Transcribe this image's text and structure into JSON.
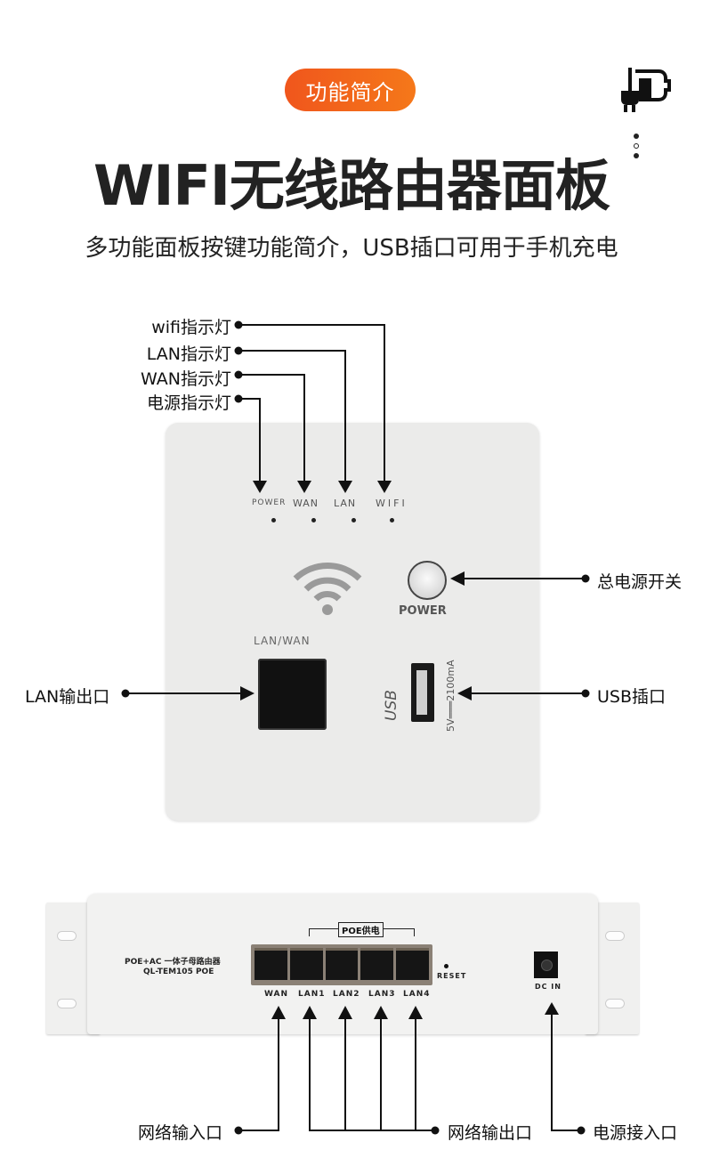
{
  "header": {
    "badge": "功能简介",
    "title": "WIFI无线路由器面板",
    "subtitle": "多功能面板按键功能简介，USB插口可用于手机充电",
    "brand_icon": "plug-battery-icon",
    "accent_color": "#f26a1b"
  },
  "wall_panel": {
    "callouts_top": [
      "wifi指示灯",
      "LAN指示灯",
      "WAN指示灯",
      "电源指示灯"
    ],
    "led_labels": [
      "POWER",
      "WAN",
      "LAN",
      "WIFI"
    ],
    "power_button_label": "POWER",
    "power_callout": "总电源开关",
    "port_label": "LAN/WAN",
    "lan_callout": "LAN输出口",
    "usb_logo": "USB",
    "usb_rating": "5V═══2100mA",
    "usb_callout": "USB插口",
    "wifi_icon": "wifi-icon"
  },
  "rack_router": {
    "model_line1": "POE+AC 一体子母路由器",
    "model_line2": "QL-TEM105 POE",
    "poe_label": "POE供电",
    "ports": [
      "WAN",
      "LAN1",
      "LAN2",
      "LAN3",
      "LAN4"
    ],
    "reset_label": "RESET",
    "dc_label": "DC IN",
    "callouts": {
      "input": "网络输入口",
      "output": "网络输出口",
      "power": "电源接入口"
    }
  }
}
